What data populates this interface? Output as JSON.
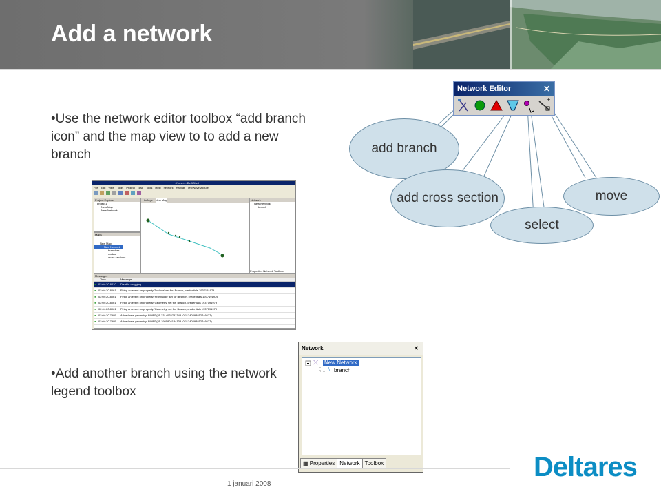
{
  "slide": {
    "title": "Add a network",
    "bullet1": "•Use the network editor toolbox “add branch icon” and the map view to to add a new branch",
    "bullet2": "•Add another branch using the network legend toolbox",
    "date": "1 januari 2008",
    "logo": "Deltares"
  },
  "callouts": {
    "add_branch": "add branch",
    "add_cross_section": "add cross section",
    "select": "select",
    "move": "move"
  },
  "network_editor": {
    "title": "Network Editor",
    "close": "✕"
  },
  "network_panel": {
    "title": "Network",
    "close": "✕",
    "tree": {
      "root": "New Network",
      "child": "branch"
    },
    "tabs": [
      "Properties",
      "Network",
      "Toolbox"
    ]
  },
  "screenshot": {
    "window_title": "<None> - DelftShell",
    "menu": [
      "File",
      "Edit",
      "View",
      "Tools",
      "Project",
      "Task",
      "Tools",
      "Help",
      "network",
      "Habitat",
      "TestWaveModule"
    ],
    "project_explorer": "Project Explorer",
    "project_tree": [
      "project1",
      "New Map",
      "New Network"
    ],
    "map_tabs": [
      "Hmflege",
      "New Map"
    ],
    "maps_panel": "Maps",
    "maps_tree": [
      "New Map",
      "New Network",
      "branches",
      "nodes",
      "cross sections"
    ],
    "network_panel": "Network",
    "network_tree": [
      "New Network",
      "branch"
    ],
    "right_tabs": [
      "Properties",
      "Network",
      "Toolbox"
    ],
    "messages_title": "Messages",
    "messages_headers": [
      "Time",
      "Message"
    ],
    "messages": [
      [
        "02:04:20.8210",
        "Disable dragging"
      ],
      [
        "02:04:20.8061",
        "Firing an event on property 'ToNode' set for: Branch, credentials 1937191979"
      ],
      [
        "02:04:20.8061",
        "Firing an event on property 'FromNode' set for: Branch, credentials 1937191979"
      ],
      [
        "02:04:20.8061",
        "Firing an event on property 'Geometry' set for: Branch, credentials 1937191979"
      ],
      [
        "02:04:20.8061",
        "Firing an event on property 'Geometry' set for: Branch, credentials 1937191979"
      ],
      [
        "02:04:20.7905",
        "Added new geometry: POINT(55.2314025731343 -0.11340298852746627)"
      ],
      [
        "02:04:20.7905",
        "Added new geometry: POINT(55.1955804134133 -0.11340298852746627)"
      ]
    ]
  },
  "colors": {
    "logo": "#0c8dc4",
    "callout_fill": "#cfe0ea",
    "callout_border": "#6d8fa6"
  }
}
